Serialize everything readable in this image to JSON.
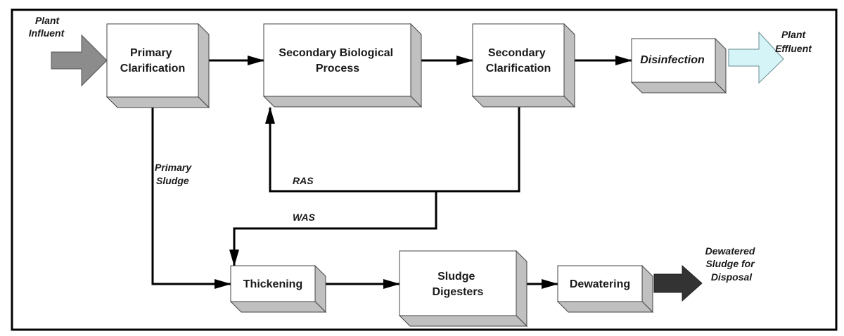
{
  "diagram": {
    "title": "Wastewater treatment process flow",
    "colors": {
      "frame": "#000000",
      "box_face": "#ffffff",
      "box_bevel": "#c0c0c0",
      "influent_arrow": "#8c8c8c",
      "effluent_arrow": "#d4f4f8",
      "disposal_arrow": "#333333",
      "line": "#000000"
    },
    "processes": {
      "primary_clarification": [
        "Primary",
        "Clarification"
      ],
      "secondary_biological": [
        "Secondary Biological",
        "Process"
      ],
      "secondary_clarification": [
        "Secondary",
        "Clarification"
      ],
      "disinfection": [
        "Disinfection"
      ],
      "thickening": [
        "Thickening"
      ],
      "sludge_digesters": [
        "Sludge",
        "Digesters"
      ],
      "dewatering": [
        "Dewatering"
      ]
    },
    "labels": {
      "plant_influent": [
        "Plant",
        "Influent"
      ],
      "plant_effluent": [
        "Plant",
        "Effluent"
      ],
      "primary_sludge": [
        "Primary",
        "Sludge"
      ],
      "ras": "RAS",
      "was": "WAS",
      "dewatered_sludge": [
        "Dewatered",
        "Sludge for",
        "Disposal"
      ]
    },
    "connections": [
      {
        "from": "Plant Influent",
        "to": "Primary Clarification"
      },
      {
        "from": "Primary Clarification",
        "to": "Secondary Biological Process"
      },
      {
        "from": "Secondary Biological Process",
        "to": "Secondary Clarification"
      },
      {
        "from": "Secondary Clarification",
        "to": "Disinfection"
      },
      {
        "from": "Disinfection",
        "to": "Plant Effluent"
      },
      {
        "from": "Primary Clarification",
        "to": "Thickening",
        "label": "Primary Sludge"
      },
      {
        "from": "Secondary Clarification",
        "to": "Secondary Biological Process",
        "label": "RAS"
      },
      {
        "from": "Secondary Clarification",
        "to": "Thickening",
        "label": "WAS"
      },
      {
        "from": "Thickening",
        "to": "Sludge Digesters"
      },
      {
        "from": "Sludge Digesters",
        "to": "Dewatering"
      },
      {
        "from": "Dewatering",
        "to": "Dewatered Sludge for Disposal"
      }
    ]
  }
}
